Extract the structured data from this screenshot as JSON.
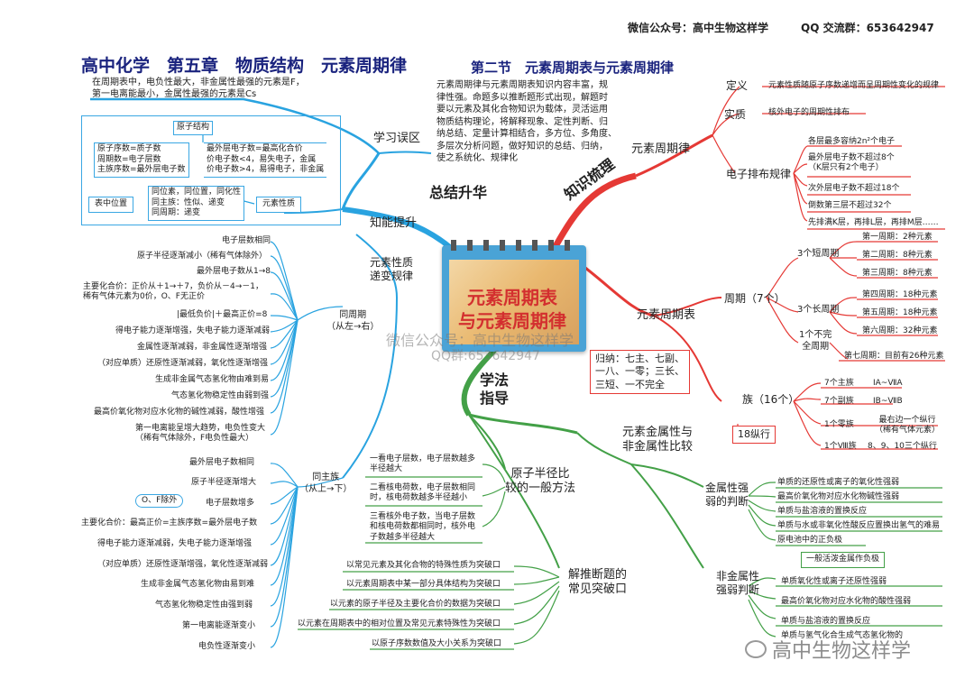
{
  "header": {
    "wechat": "微信公众号：高中生物这样学",
    "qq": "QQ 交流群：653642947",
    "title": "高中化学　第五章　物质结构　元素周期律",
    "subtitle": "第二节　元素周期表与元素周期律"
  },
  "center": {
    "title1": "元素周期表",
    "title2": "与元素周期律",
    "watermark1": "微信公众号：高中生物这样学",
    "watermark2": "QQ群:653642947"
  },
  "branches": {
    "summary": "总结升华",
    "knowledge": "知识梳理",
    "method1": "学法",
    "method2": "指导"
  },
  "summary": {
    "mistakes_label": "学习误区",
    "mistakes_text": [
      "在周期表中，电负性最大，非金属性最强的元素是F，",
      "第一电离能最小，金属性最强的元素是Cs"
    ],
    "description": [
      "元素周期律与元素周期表知识内容丰富，规",
      "律性强。命题多以推断题形式出现，解题时",
      "要以元素及其化合物知识为载体，灵活运用",
      "物质结构理论，将解释现象、定性判断、归",
      "纳总结、定量计算相结合，多方位、多角度、",
      "多层次分析问题，做好知识的总结、归纳，",
      "使之系统化、规律化"
    ],
    "ability_label": "知能提升",
    "structure_box": "原子结构",
    "structure_text": [
      "原子序数=质子数",
      "周期数=电子层数",
      "主族序数=最外层电子数"
    ],
    "valence_text": [
      "最外层电子数=最高化合价",
      "价电子数<4，易失电子，金属",
      "价电子数>4，易得电子，非金属"
    ],
    "position_box": "表中位置",
    "position_text": [
      "同位素，同位置，同化性",
      "同主族：性似、递变",
      "同周期：递变"
    ],
    "property_box": "元素性质",
    "law_label": [
      "元素性质",
      "递变规律"
    ]
  },
  "period_group": {
    "label": [
      "同周期",
      "（从左→右）"
    ],
    "items": [
      [
        "电子层数相同"
      ],
      [
        "原子半径逐渐减小（稀有气体除外）"
      ],
      [
        "最外层电子数从1→8"
      ],
      [
        "主要化合价：正价从＋1→＋7，负价从－4→－1，",
        "稀有气体元素为0价，O、F无正价"
      ],
      [
        "|最低负价|＋最高正价=8"
      ],
      [
        "得电子能力逐渐增强，失电子能力逐渐减弱"
      ],
      [
        "金属性逐渐减弱，非金属性逐渐增强"
      ],
      [
        "（对应单质）还原性逐渐减弱，氧化性逐渐增强"
      ],
      [
        "生成非金属气态氢化物由难到易"
      ],
      [
        "气态氢化物稳定性由弱到强"
      ],
      [
        "最高价氧化物对应水化物的碱性减弱，酸性增强"
      ],
      [
        "第一电离能呈增大趋势，电负性变大",
        "（稀有气体除外，F电负性最大）"
      ]
    ]
  },
  "main_group": {
    "label": [
      "同主族",
      "（从上→下）"
    ],
    "note": "O、F除外",
    "items": [
      [
        "最外层电子数相同"
      ],
      [
        "原子半径逐渐增大"
      ],
      [
        "电子层数增多"
      ],
      [
        "主要化合价：最高正价=主族序数=最外层电子数"
      ],
      [
        "得电子能力逐渐减弱，失电子能力逐渐增强"
      ],
      [
        "（对应单质）还原性逐渐增强，氧化性逐渐减弱"
      ],
      [
        "生成非金属气态氢化物由易到难"
      ],
      [
        "气态氢化物稳定性由强到弱"
      ],
      [
        "第一电离能逐渐变小"
      ],
      [
        "电负性逐渐变小"
      ]
    ]
  },
  "knowledge": {
    "law_label": "元素周期律",
    "def_label": "定义",
    "def_text": "元素性质随原子序数递增而呈周期性变化的规律",
    "essence_label": "实质",
    "essence_text": "核外电子的周期性排布",
    "arrangement_label": "电子排布规律",
    "arrangement_items": [
      [
        "各层最多容纳2n²个电子"
      ],
      [
        "最外层电子数不超过8个",
        "（K层只有2个电子）"
      ],
      [
        "次外层电子数不超过18个"
      ],
      [
        "倒数第三层不超过32个"
      ],
      [
        "先排满K层，再排L层，再排M层……"
      ]
    ],
    "table_label": "元素周期表",
    "period_label": "周期（7个）",
    "short_label": "3个短周期",
    "short_items": [
      "第一周期：2种元素",
      "第二周期：8种元素",
      "第三周期：8种元素"
    ],
    "long_label": "3个长周期",
    "long_items": [
      "第四周期：18种元素",
      "第五周期：18种元素",
      "第六周期：32种元素"
    ],
    "incomplete_label": [
      "1个不完",
      "全周期"
    ],
    "incomplete_item": "第七周期：目前有26种元素",
    "summary_box": [
      "归纳：七主、七副、",
      "一八、一零；三长、",
      "三短、一不完全"
    ],
    "group_label": "族（16个）",
    "group_items": [
      {
        "label": "7个主族",
        "value": "ⅠA~ⅦA"
      },
      {
        "label": "7个副族",
        "value": "ⅠB~ⅦB"
      },
      {
        "label": "1个零族",
        "value": "最右边一个纵行（稀有气体元素）"
      },
      {
        "label": "1个Ⅷ族",
        "value": "8、9、10三个纵行"
      }
    ],
    "columns_box": "18纵行"
  },
  "method": {
    "radius_label": [
      "原子半径比",
      "较的一般方法"
    ],
    "radius_items": [
      [
        "一看电子层数，电子层数越多",
        "半径越大"
      ],
      [
        "二看核电荷数，电子层数相同",
        "时，核电荷数越多半径越小"
      ],
      [
        "三看核外电子数，当电子层数",
        "和核电荷数都相同时，核外电",
        "子数越多半径越大"
      ]
    ],
    "infer_label": [
      "解推断题的",
      "常见突破口"
    ],
    "infer_items": [
      "以常见元素及其化合物的特殊性质为突破口",
      "以元素周期表中某一部分具体结构为突破口",
      "以元素的原子半径及主要化合价的数据为突破口",
      "以元素在周期表中的相对位置及常见元素特殊性为突破口",
      "以原子序数数值及大小关系为突破口"
    ],
    "compare_label": [
      "元素金属性与",
      "非金属性比较"
    ],
    "metal_label": [
      "金属性强",
      "弱的判断"
    ],
    "metal_items": [
      "单质的还原性或离子的氧化性强弱",
      "最高价氧化物对应水化物碱性强弱",
      "单质与盐溶液的置换反应",
      "单质与水或非氧化性酸反应置换出氢气的难易",
      "原电池中的正负极"
    ],
    "metal_note": "一般活泼金属作负极",
    "nonmetal_label": [
      "非金属性",
      "强弱判断"
    ],
    "nonmetal_items": [
      "单质氧化性或离子还原性强弱",
      "最高价氧化物对应水化物的酸性强弱",
      "单质与盐溶液的置换反应",
      "单质与氢气化合生成气态氢化物的"
    ]
  },
  "footer_watermark": "高中生物这样学",
  "colors": {
    "blue": "#29a3e0",
    "red": "#e53935",
    "green": "#43a047",
    "title": "#1a237e"
  }
}
